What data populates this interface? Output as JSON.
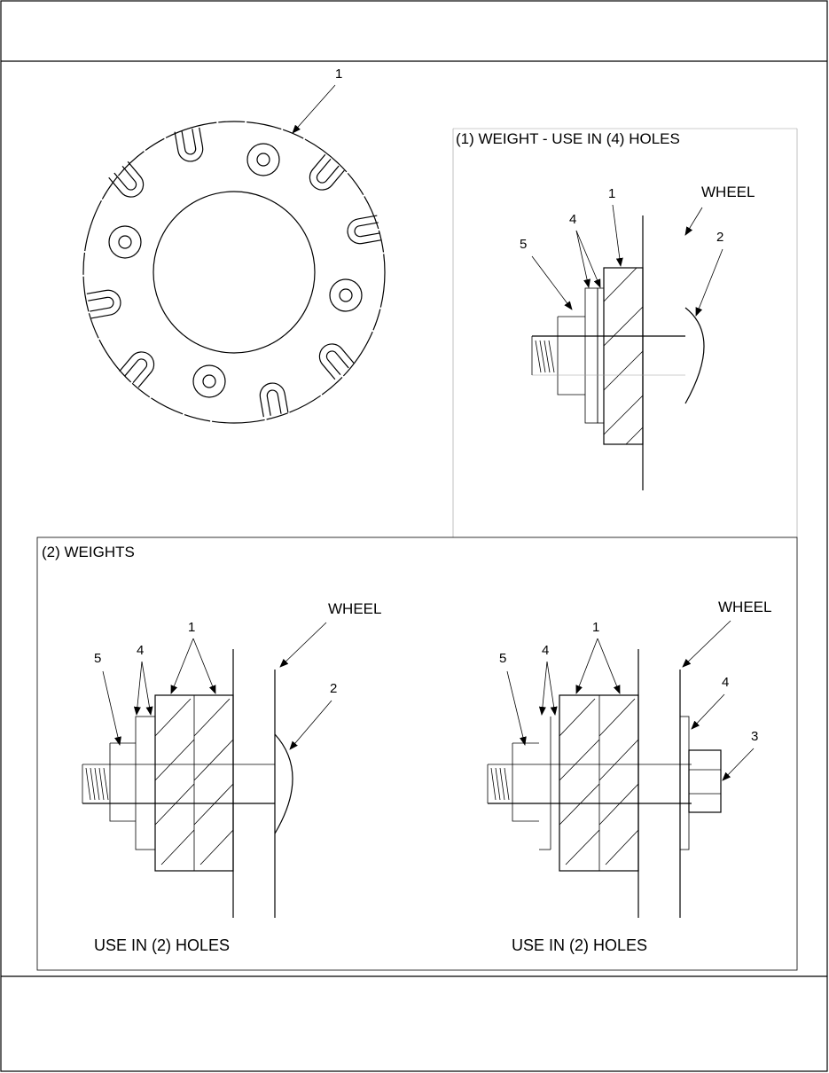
{
  "figure": {
    "wheel_view": {
      "callout": "1"
    },
    "panel_single": {
      "title": "(1) WEIGHT - USE IN (4) HOLES",
      "wheel_label": "WHEEL",
      "callouts": {
        "weight": "1",
        "washer": "4",
        "spacer": "5",
        "bolt_head": "2"
      }
    },
    "panel_double": {
      "title": "(2) WEIGHTS",
      "left": {
        "wheel_label": "WHEEL",
        "callouts": {
          "spacer": "5",
          "washer": "4",
          "weights": "1",
          "bolt_head": "2"
        },
        "caption": "USE IN (2) HOLES"
      },
      "right": {
        "wheel_label": "WHEEL",
        "callouts": {
          "spacer": "5",
          "washer": "4",
          "weights": "1",
          "washer_right": "4",
          "nut": "3"
        },
        "caption": "USE IN (2) HOLES"
      }
    }
  }
}
